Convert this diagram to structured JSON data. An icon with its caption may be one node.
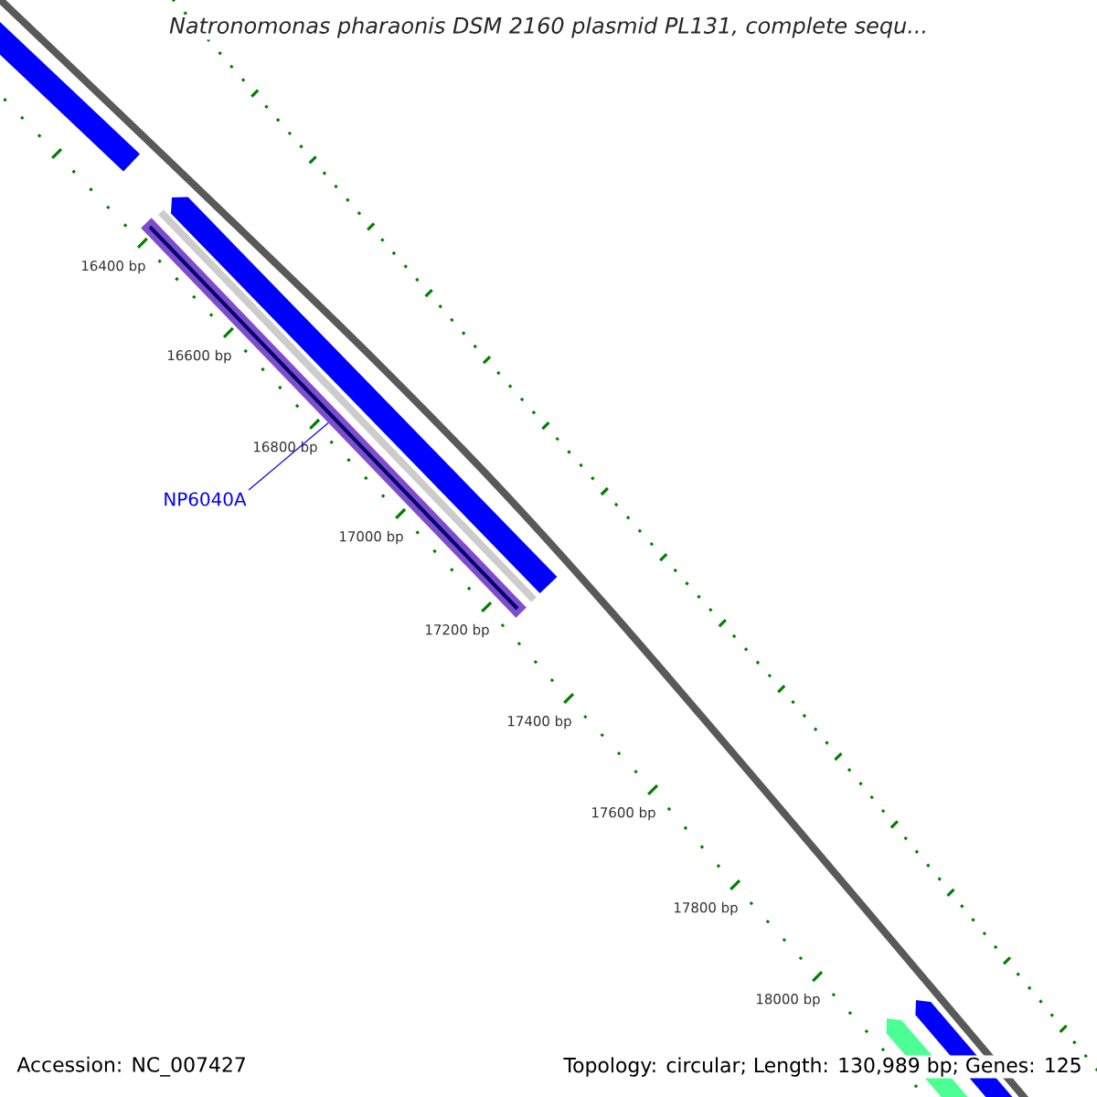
{
  "diagram": {
    "title": "Natronomonas pharaonis DSM 2160 plasmid PL131, complete sequ...",
    "nodes": [
      {
        "text": [
          "NP6040A"
        ]
      },
      {
        "text": [],
        "shape": "bar"
      }
    ],
    "edges": [
      {
        "from": 0,
        "to": 1,
        "arrow": "none",
        "color": "#0000ff"
      }
    ],
    "labels": [
      "16400 bp",
      "16600 bp",
      "16800 bp",
      "17000 bp",
      "17200 bp",
      "17400 bp",
      "17600 bp",
      "17800 bp",
      "18000 bp",
      "Accession: NC_007427",
      "Topology: circular; Length: 130,989 bp; Genes: 125"
    ]
  }
}
